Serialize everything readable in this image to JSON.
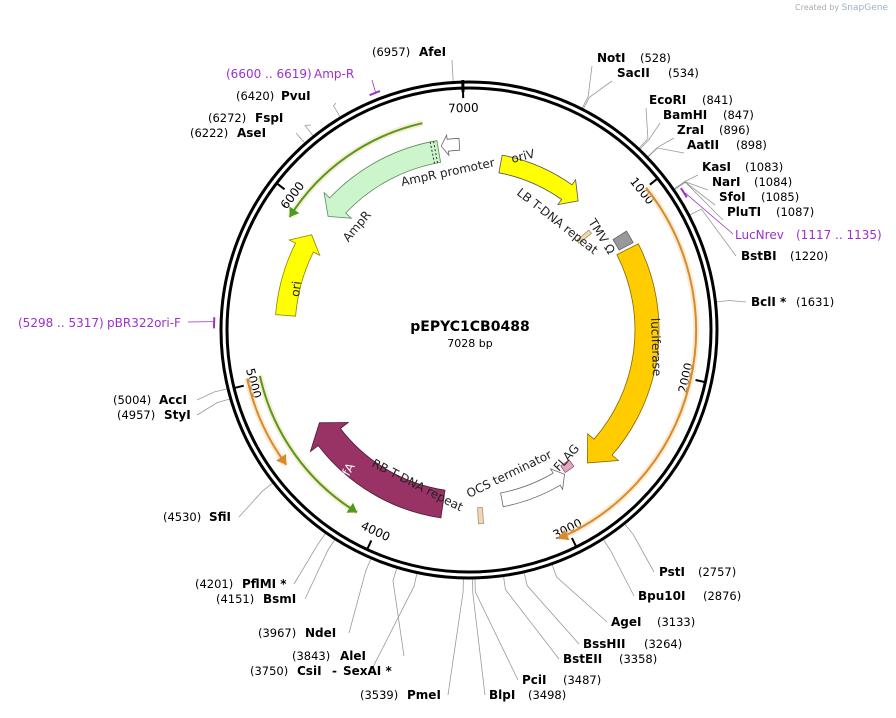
{
  "credit": {
    "prefix": "Created by",
    "brand": "SnapGene"
  },
  "plasmid": {
    "name": "pEPYC1CB0488",
    "size": 7028,
    "size_label": "7028 bp",
    "ticks": [
      "1000",
      "2000",
      "3000",
      "4000",
      "5000",
      "6000",
      "7000"
    ]
  },
  "sites": [
    {
      "name": "AfeI",
      "pos": "(6957)"
    },
    {
      "name": "PvuI",
      "pos": "(6420)"
    },
    {
      "name": "FspI",
      "pos": "(6272)"
    },
    {
      "name": "AseI",
      "pos": "(6222)"
    },
    {
      "name": "NotI",
      "pos": "(528)"
    },
    {
      "name": "SacII",
      "pos": "(534)"
    },
    {
      "name": "EcoRI",
      "pos": "(841)"
    },
    {
      "name": "BamHI",
      "pos": "(847)"
    },
    {
      "name": "ZraI",
      "pos": "(896)"
    },
    {
      "name": "AatII",
      "pos": "(898)"
    },
    {
      "name": "KasI",
      "pos": "(1083)"
    },
    {
      "name": "NarI",
      "pos": "(1084)"
    },
    {
      "name": "SfoI",
      "pos": "(1085)"
    },
    {
      "name": "PluTI",
      "pos": "(1087)"
    },
    {
      "name": "BstBI",
      "pos": "(1220)"
    },
    {
      "name": "BclI *",
      "pos": "(1631)"
    },
    {
      "name": "PstI",
      "pos": "(2757)"
    },
    {
      "name": "Bpu10I",
      "pos": "(2876)"
    },
    {
      "name": "AgeI",
      "pos": "(3133)"
    },
    {
      "name": "BssHII",
      "pos": "(3264)"
    },
    {
      "name": "BstEII",
      "pos": "(3358)"
    },
    {
      "name": "PciI",
      "pos": "(3487)"
    },
    {
      "name": "BlpI",
      "pos": "(3498)"
    },
    {
      "name": "PmeI",
      "pos": "(3539)"
    },
    {
      "name": "CsiI",
      "pos": "(3750)"
    },
    {
      "name": "SexAI *",
      "pos": ""
    },
    {
      "name": "AleI",
      "pos": "(3843)"
    },
    {
      "name": "NdeI",
      "pos": "(3967)"
    },
    {
      "name": "BsmI",
      "pos": "(4151)"
    },
    {
      "name": "PflMI *",
      "pos": "(4201)"
    },
    {
      "name": "SfiI",
      "pos": "(4530)"
    },
    {
      "name": "StyI",
      "pos": "(4957)"
    },
    {
      "name": "AccI",
      "pos": "(5004)"
    }
  ],
  "primers": [
    {
      "name": "Amp-R",
      "range": "(6600 .. 6619)"
    },
    {
      "name": "LucNrev",
      "range": "(1117 .. 1135)"
    },
    {
      "name": "pBR322ori-F",
      "range": "(5298 .. 5317)"
    }
  ],
  "features": [
    {
      "name": "oriV",
      "color": "#ffff00"
    },
    {
      "name": "LB T-DNA repeat",
      "color": "#f5d3b3"
    },
    {
      "name": "TMV Ω",
      "color": "#999999"
    },
    {
      "name": "luciferase",
      "color": "#ffcc00"
    },
    {
      "name": "FLAG",
      "color": "#e0a8c0"
    },
    {
      "name": "OCS terminator",
      "color": "#ffffff"
    },
    {
      "name": "RB T-DNA repeat",
      "color": "#f5d3b3"
    },
    {
      "name": "trfA",
      "color": "#993366"
    },
    {
      "name": "ori",
      "color": "#ffff00"
    },
    {
      "name": "AmpR",
      "color": "#ccf5cc"
    },
    {
      "name": "AmpR promoter",
      "color": "#ffffff"
    }
  ],
  "colors": {
    "primer": "#9b30d0",
    "orf_orange": "#d98a2b",
    "orf_green": "#4f9a1f"
  }
}
